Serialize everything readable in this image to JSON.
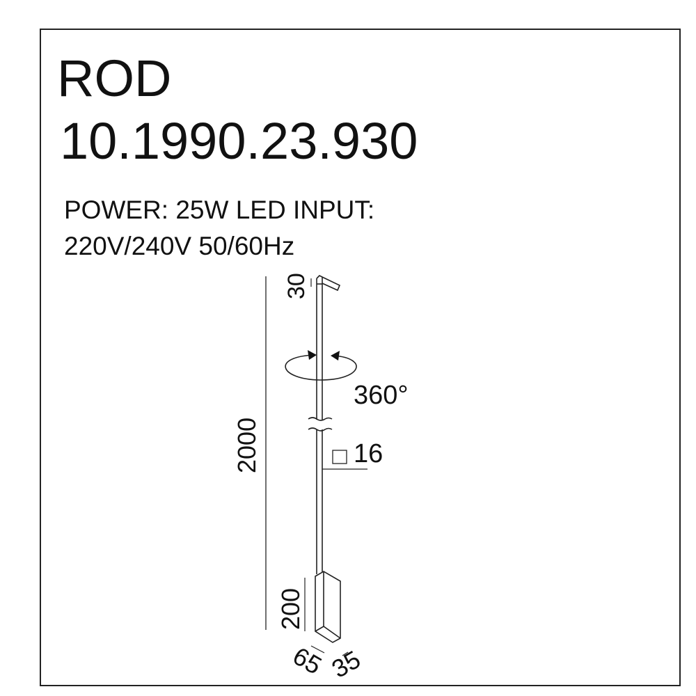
{
  "title": "ROD",
  "code": "10.1990.23.930",
  "spec_line1": "POWER: 25W LED INPUT:",
  "spec_line2": "220V/240V 50/60Hz",
  "dimensions": {
    "top": "30",
    "total_height": "2000",
    "rotation": "360°",
    "section": "16",
    "head_height": "200",
    "head_width": "65",
    "head_depth": "35"
  }
}
